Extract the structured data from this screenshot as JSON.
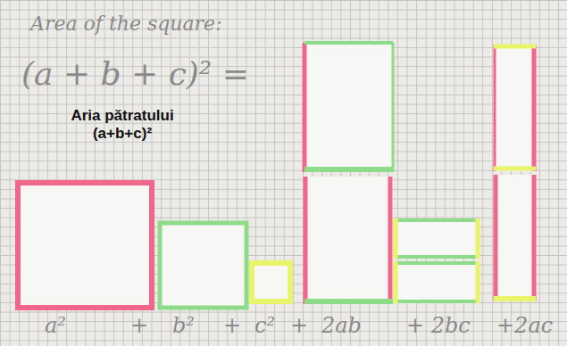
{
  "diagram": {
    "labels": [
      "Area of the square:",
      "(a + b + c)² =",
      "Aria pătratului (a+b+c)²",
      "a²",
      "+",
      "b²",
      "+",
      "c²",
      "+",
      "2ab",
      "+ 2bc",
      "+2ac"
    ]
  }
}
